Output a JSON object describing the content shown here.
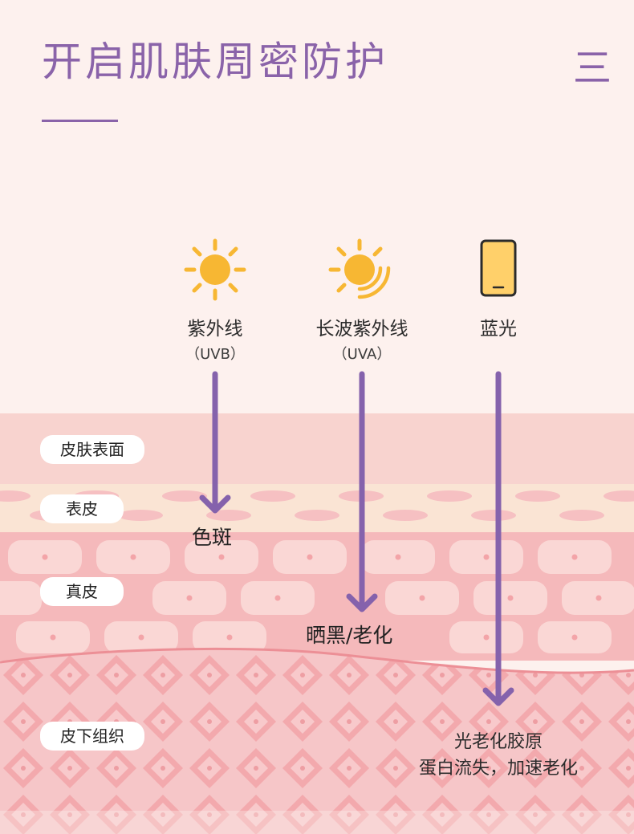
{
  "header": {
    "title": "开启肌肤周密防护",
    "section_mark": "三"
  },
  "sources": [
    {
      "label": "紫外线",
      "sub": "（UVB）",
      "icon": "sun-icon"
    },
    {
      "label": "长波紫外线",
      "sub": "（UVA）",
      "icon": "sun-waves-icon"
    },
    {
      "label": "蓝光",
      "sub": "",
      "icon": "phone-screen-icon"
    }
  ],
  "layers": {
    "surface": "皮肤表面",
    "epidermis": "表皮",
    "dermis": "真皮",
    "subcutaneous": "皮下组织"
  },
  "effects": {
    "uvb": "色斑",
    "uva": "晒黑/老化",
    "blue_light_line1": "光老化胶原",
    "blue_light_line2": "蛋白流失，加速老化"
  },
  "colors": {
    "accent": "#8a63a9",
    "arrow": "#8562ac",
    "sun": "#f7b733",
    "background": "#fdf1ee"
  }
}
